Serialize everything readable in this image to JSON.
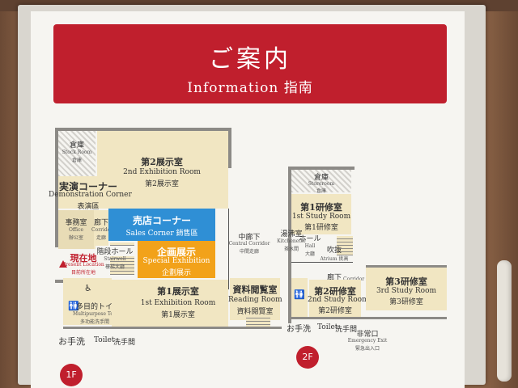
{
  "header": {
    "title": "ご案内",
    "subtitle": "Information 指南"
  },
  "floor1": {
    "badge": "1F",
    "storage": {
      "ja": "倉庫",
      "en": "Stock Room",
      "zh": "倉庫"
    },
    "exhibition2": {
      "ja": "第2展示室",
      "en": "2nd Exhibition Room",
      "zh": "第2展示室"
    },
    "demo": {
      "ja": "実演コーナー",
      "en": "Demonstration Corner",
      "zh": "表演區"
    },
    "office": {
      "ja": "事務室",
      "en": "Office",
      "zh": "辦公室"
    },
    "corridor_small": {
      "ja": "廊下",
      "en": "Corridor",
      "zh": "走廊"
    },
    "shop": {
      "ja": "売店コーナー",
      "en": "Sales Corner 銷售區"
    },
    "special": {
      "ja": "企画展示",
      "en": "Special Exhibition",
      "zh": "企劃展示"
    },
    "stair": {
      "ja": "階段ホール",
      "en": "Stairwell",
      "zh": "樓梯大廳"
    },
    "here": {
      "ja": "現在地",
      "en": "Present Location",
      "zh": "目前所在地"
    },
    "central_corridor": {
      "ja": "中廊下",
      "en": "Central Corridor",
      "zh": "中間走廊"
    },
    "exhibition1": {
      "ja": "第1展示室",
      "en": "1st Exhibition Room",
      "zh": "第1展示室"
    },
    "reading": {
      "ja": "資料閲覧室",
      "en": "Reading Room",
      "zh": "資料閱覽室"
    },
    "toilet_mp": {
      "ja": "多目的トイレ",
      "en": "Multipurpose Toilet",
      "zh": "多功能洗手間"
    },
    "toilet": {
      "ja": "お手洗",
      "en": "Toilet",
      "zh": "洗手間"
    }
  },
  "floor2": {
    "badge": "2F",
    "storage": {
      "ja": "倉庫",
      "en": "Storeroom",
      "zh": "倉庫"
    },
    "study1": {
      "ja": "第1研修室",
      "en": "1st Study Room",
      "zh": "第1研修室"
    },
    "kitchen": {
      "ja": "湯沸室",
      "en": "Kitchenette",
      "zh": "茶水間"
    },
    "hall": {
      "ja": "ホール",
      "en": "Hall",
      "zh": "大廳"
    },
    "atrium": {
      "ja": "吹抜",
      "en": "Atrium",
      "zh": "挑高"
    },
    "corridor": {
      "ja": "廊下",
      "en": "Corridor",
      "zh": "走廊"
    },
    "study2": {
      "ja": "第2研修室",
      "en": "2nd Study Room",
      "zh": "第2研修室"
    },
    "study3": {
      "ja": "第3研修室",
      "en": "3rd Study Room",
      "zh": "第3研修室"
    },
    "toilet": {
      "ja": "お手洗",
      "en": "Toilet",
      "zh": "洗手間"
    },
    "exit": {
      "ja": "非常口",
      "en": "Emergency Exit",
      "zh": "緊急出入口"
    }
  },
  "colors": {
    "header": "#c01f2d",
    "shop": "#2f8fd5",
    "special": "#f2a21a",
    "room": "#f1e6c2"
  }
}
